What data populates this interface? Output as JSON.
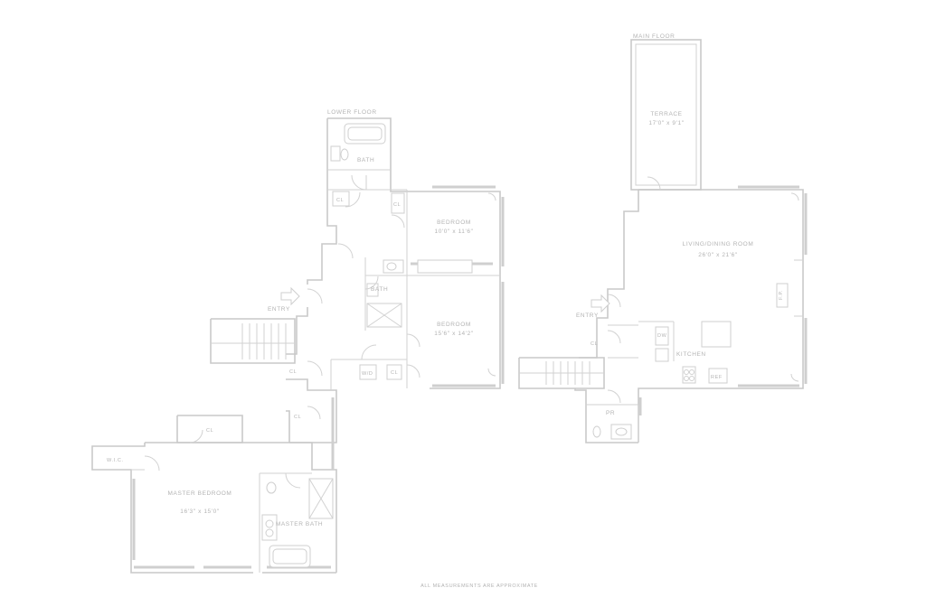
{
  "floors": {
    "lower": "LOWER FLOOR",
    "main": "MAIN FLOOR"
  },
  "rooms": {
    "bath_upper": "BATH",
    "bedroom_1": {
      "name": "BEDROOM",
      "dims": "10'0\" x 11'6\""
    },
    "bath_mid": "BATH",
    "bedroom_2": {
      "name": "BEDROOM",
      "dims": "15'6\" x 14'2\""
    },
    "master_bedroom": {
      "name": "MASTER BEDROOM",
      "dims": "16'3\" x 15'0\""
    },
    "master_bath": {
      "name": "MASTER BATH"
    },
    "terrace": {
      "name": "TERRACE",
      "dims": "17'0\" x 9'1\""
    },
    "living_room": {
      "name": "LIVING/DINING ROOM",
      "dims": "26'0\" x 21'6\""
    },
    "kitchen": "KITCHEN",
    "powder_room": "PR"
  },
  "labels": {
    "entry_lower": "ENTRY",
    "entry_main": "ENTRY",
    "closet": "CL",
    "walk_in_closet": "W.I.C.",
    "washer_dryer": "W/D",
    "fireplace": "F.P.",
    "dishwasher": "DW",
    "refrigerator": "REF"
  },
  "footer": "ALL MEASUREMENTS ARE APPROXIMATE"
}
